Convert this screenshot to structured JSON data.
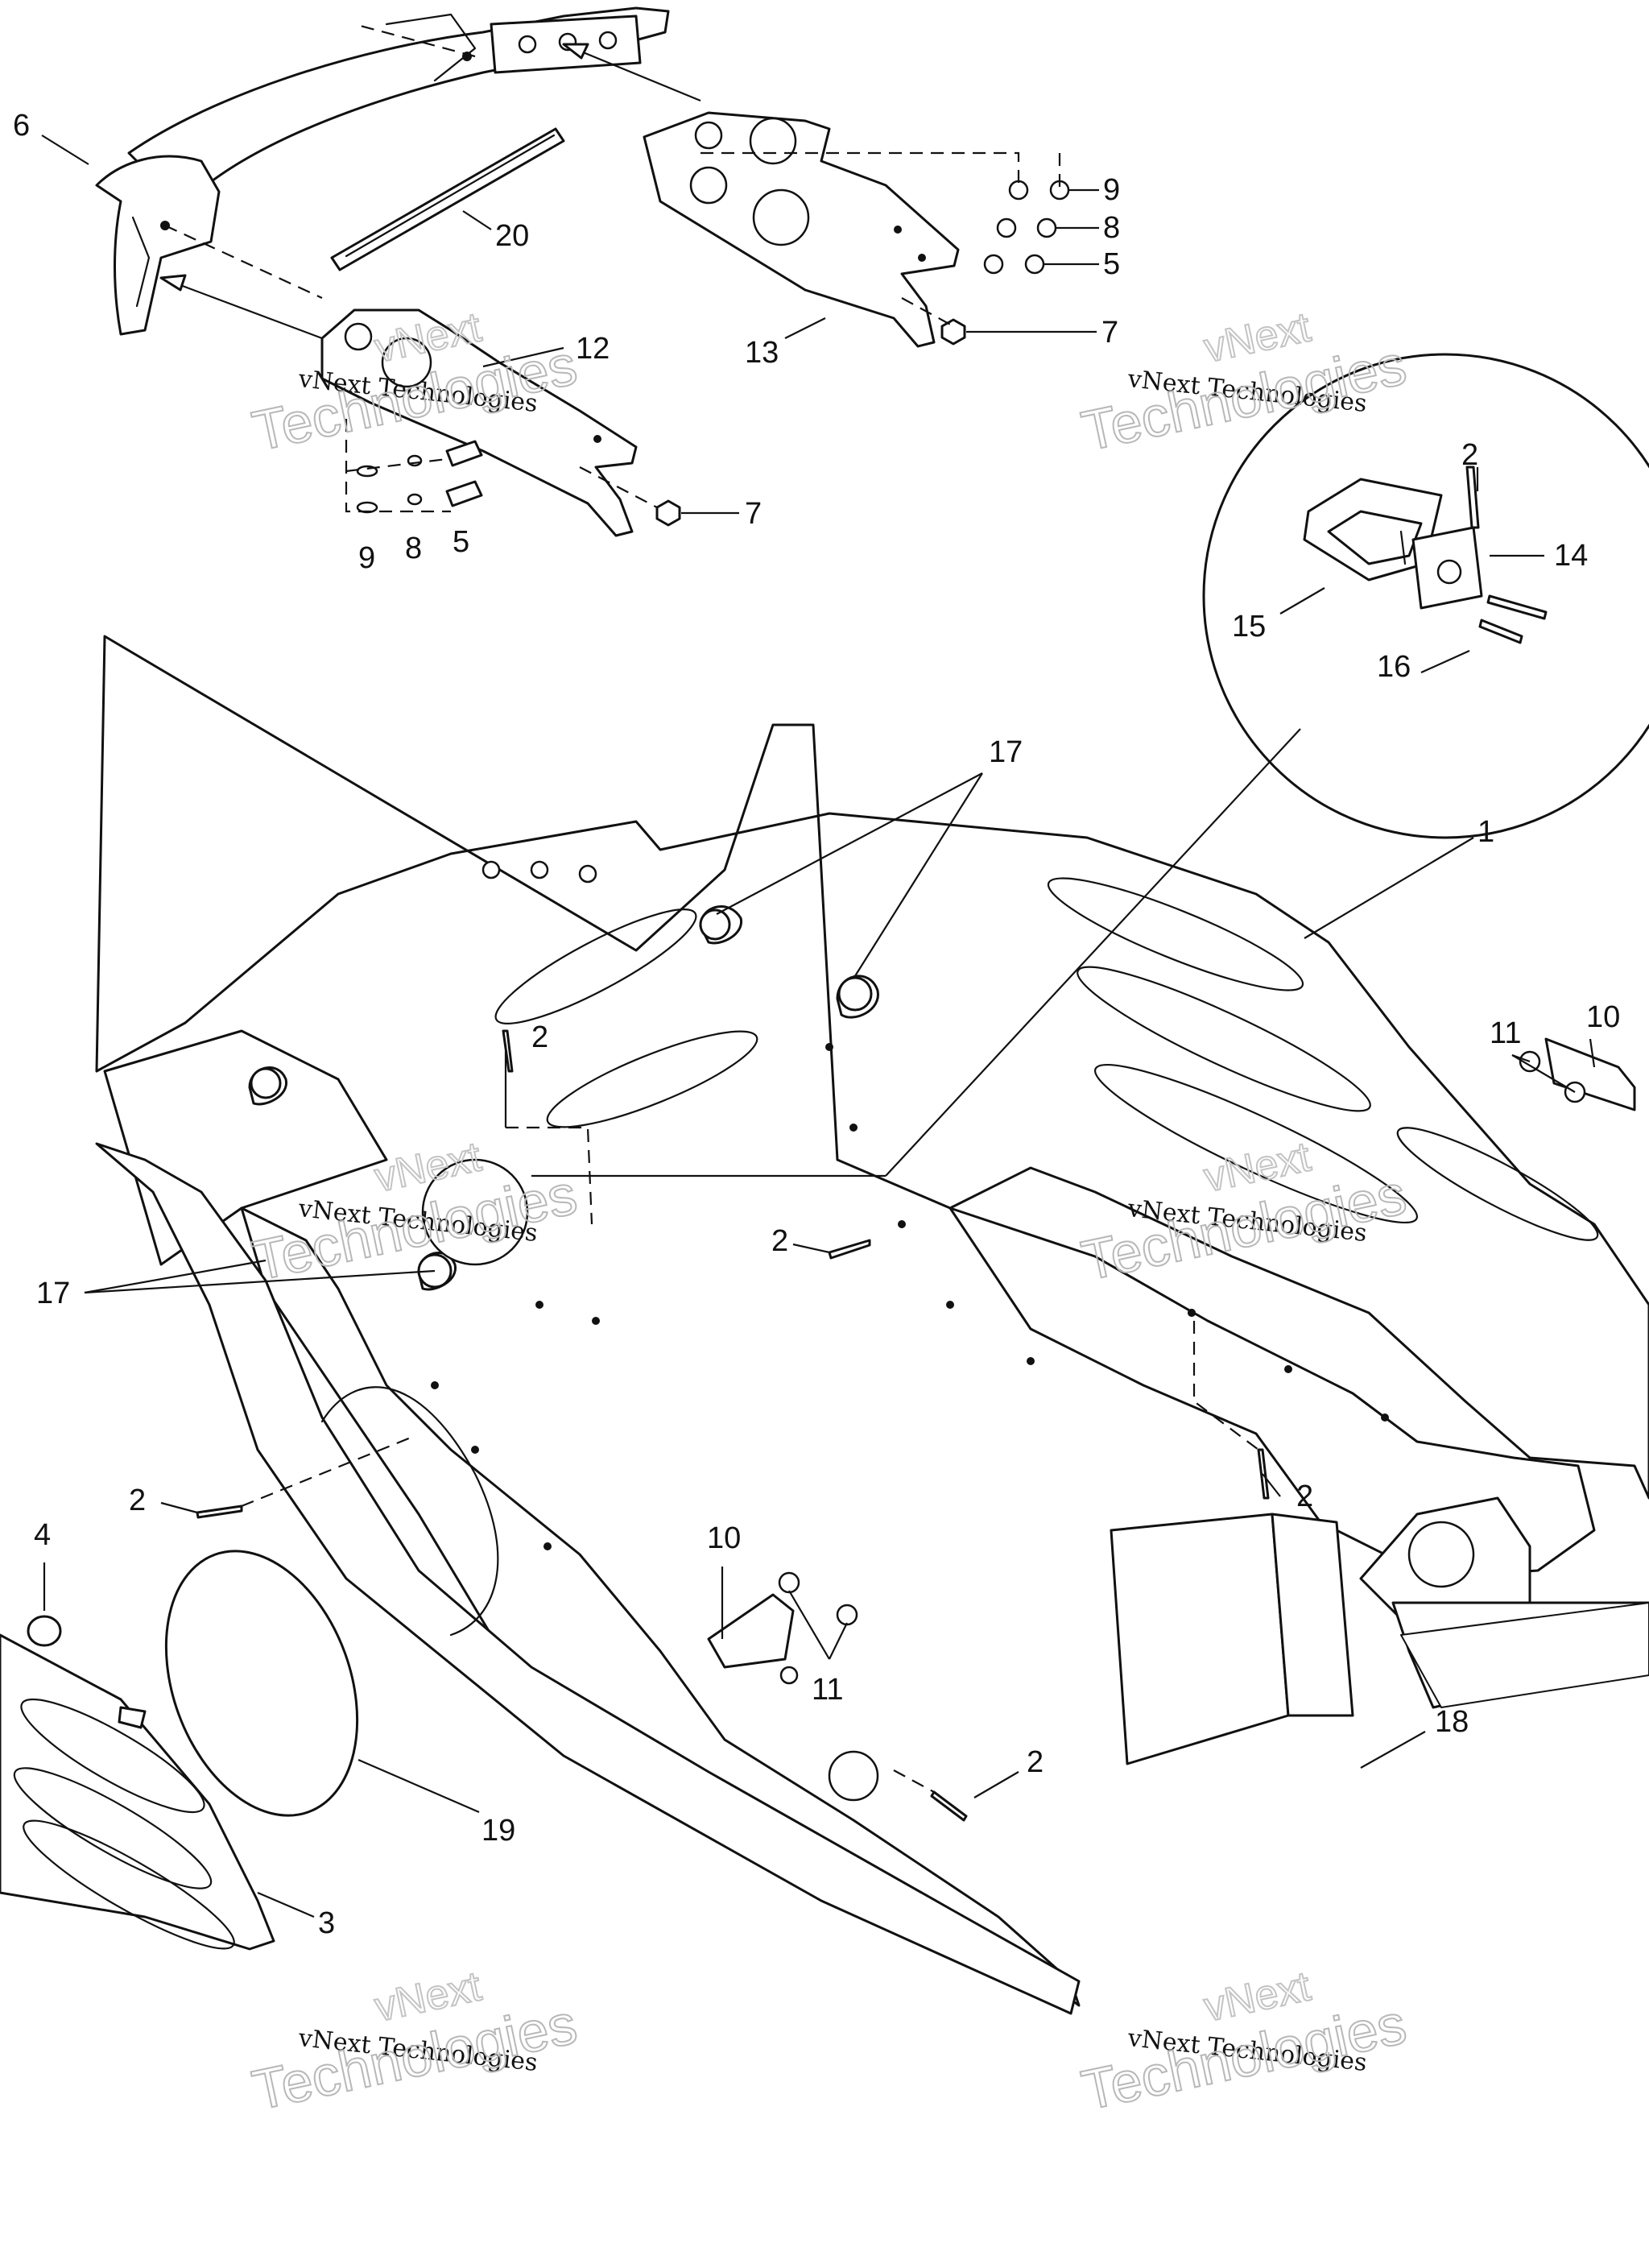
{
  "callouts": [
    {
      "id": "6",
      "text": "6"
    },
    {
      "id": "20",
      "text": "20"
    },
    {
      "id": "9a",
      "text": "9"
    },
    {
      "id": "8a",
      "text": "8"
    },
    {
      "id": "5a",
      "text": "5"
    },
    {
      "id": "7a",
      "text": "7"
    },
    {
      "id": "13",
      "text": "13"
    },
    {
      "id": "12",
      "text": "12"
    },
    {
      "id": "7b",
      "text": "7"
    },
    {
      "id": "9b",
      "text": "9"
    },
    {
      "id": "8b",
      "text": "8"
    },
    {
      "id": "5b",
      "text": "5"
    },
    {
      "id": "2a",
      "text": "2"
    },
    {
      "id": "14",
      "text": "14"
    },
    {
      "id": "15",
      "text": "15"
    },
    {
      "id": "16",
      "text": "16"
    },
    {
      "id": "17a",
      "text": "17"
    },
    {
      "id": "1",
      "text": "1"
    },
    {
      "id": "2b",
      "text": "2"
    },
    {
      "id": "11a",
      "text": "11"
    },
    {
      "id": "10a",
      "text": "10"
    },
    {
      "id": "17b",
      "text": "17"
    },
    {
      "id": "2c",
      "text": "2"
    },
    {
      "id": "2d",
      "text": "2"
    },
    {
      "id": "2e",
      "text": "2"
    },
    {
      "id": "4",
      "text": "4"
    },
    {
      "id": "10b",
      "text": "10"
    },
    {
      "id": "11b",
      "text": "11"
    },
    {
      "id": "2f",
      "text": "2"
    },
    {
      "id": "18",
      "text": "18"
    },
    {
      "id": "19",
      "text": "19"
    },
    {
      "id": "3",
      "text": "3"
    }
  ],
  "watermark": {
    "line0": "vNext",
    "line1": "vNext Technologies",
    "line2": "Technologies"
  }
}
